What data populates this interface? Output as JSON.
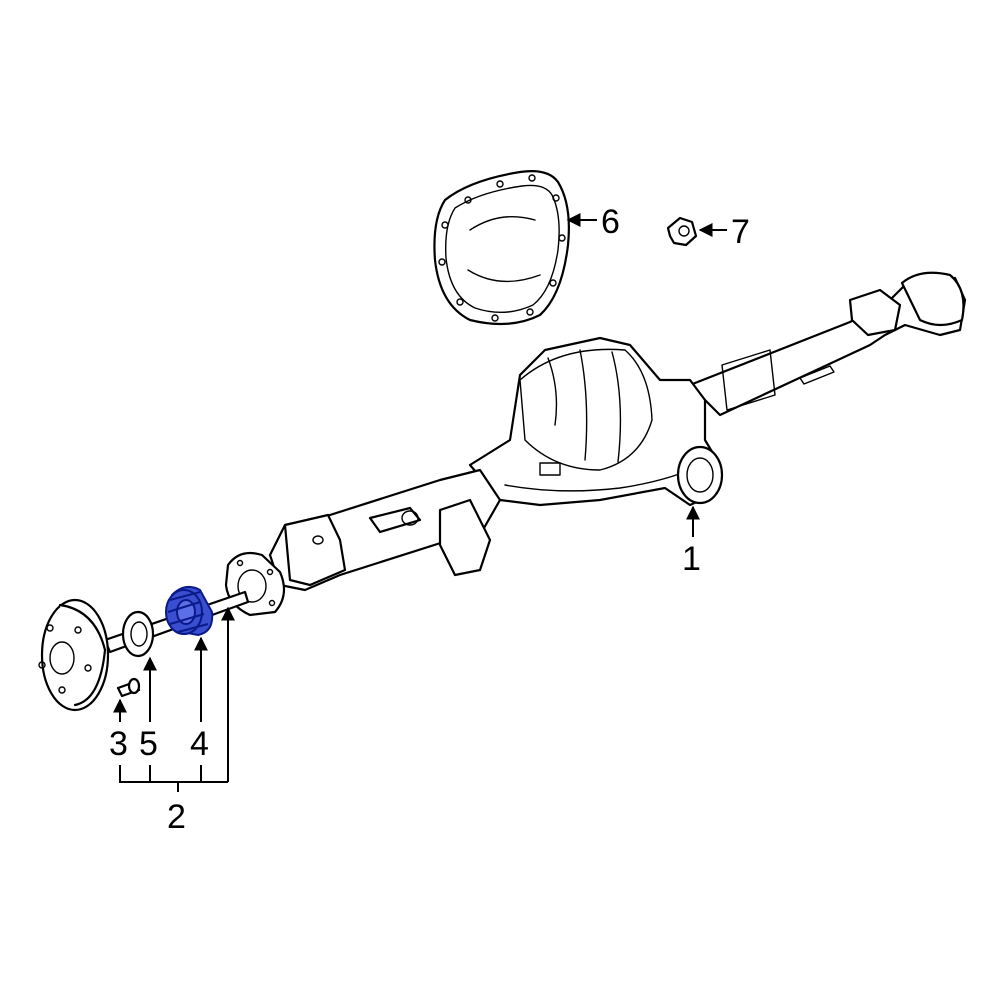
{
  "diagram": {
    "highlight_color": "#3a4fd0",
    "callouts": [
      {
        "id": "1",
        "part": "axle-housing"
      },
      {
        "id": "2",
        "part": "axle-shaft-assembly"
      },
      {
        "id": "3",
        "part": "wheel-stud"
      },
      {
        "id": "4",
        "part": "axle-bearing"
      },
      {
        "id": "5",
        "part": "retainer-plate"
      },
      {
        "id": "6",
        "part": "differential-cover-gasket"
      },
      {
        "id": "7",
        "part": "vent-fitting"
      }
    ]
  }
}
